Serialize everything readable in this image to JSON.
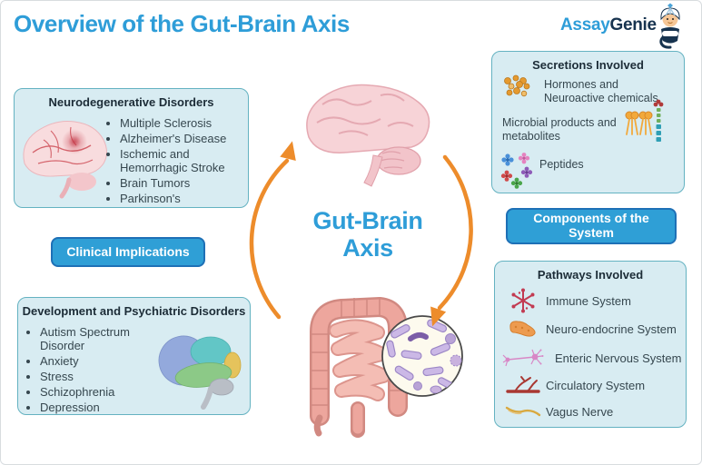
{
  "header": {
    "title": "Overview of the Gut-Brain Axis",
    "logo": {
      "assay": "Assay",
      "genie": "Genie",
      "mascot_icon": "genie-mascot-icon"
    }
  },
  "center": {
    "title_line1": "Gut-Brain",
    "title_line2": "Axis"
  },
  "neuro_box": {
    "title": "Neurodegenerative Disorders",
    "illustration": "brain-stroke-illustration",
    "items": [
      "Multiple Sclerosis",
      "Alzheimer's Disease",
      "Ischemic and Hemorrhagic Stroke",
      "Brain Tumors",
      "Parkinson's"
    ]
  },
  "clinical_button": {
    "label": "Clinical Implications"
  },
  "dev_box": {
    "title": "Development and Psychiatric Disorders",
    "illustration": "brain-lobes-illustration",
    "items": [
      "Autism Spectrum Disorder",
      "Anxiety",
      "Stress",
      "Schizophrenia",
      "Depression"
    ]
  },
  "secretions_box": {
    "title": "Secretions Involved",
    "items": [
      {
        "label": "Hormones and Neuroactive chemicals",
        "icon": "hormone-dots-icon"
      },
      {
        "label": "Microbial products and metabolites",
        "icon": "lipid-and-metabolite-chain-icon"
      },
      {
        "label": "Peptides",
        "icon": "peptide-flowers-icon"
      }
    ]
  },
  "components_button": {
    "label": "Components of the System"
  },
  "pathways_box": {
    "title": "Pathways Involved",
    "items": [
      {
        "label": "Immune System",
        "icon": "immune-cell-icon"
      },
      {
        "label": "Neuro-endocrine System",
        "icon": "pancreas-icon"
      },
      {
        "label": "Enteric Nervous System",
        "icon": "neuron-icon"
      },
      {
        "label": "Circulatory System",
        "icon": "blood-vessel-icon"
      },
      {
        "label": "Vagus Nerve",
        "icon": "nerve-wave-icon"
      }
    ]
  },
  "colors": {
    "accent_blue": "#2e9dd8",
    "panel_fill": "#d8ecf2",
    "panel_border": "#64b2c1",
    "button_fill": "#2f9fd6",
    "button_border": "#1e70b6",
    "arrow_orange": "#ed8c2b",
    "text_dark": "#36474f",
    "logo_navy": "#17334f"
  }
}
